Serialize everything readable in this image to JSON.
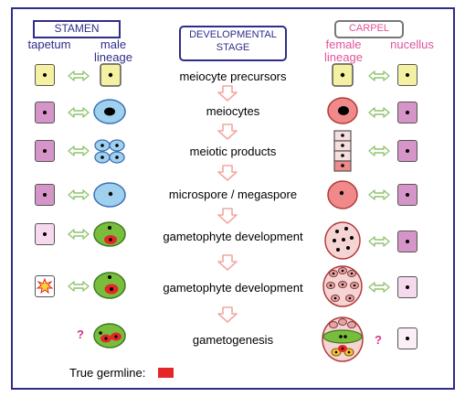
{
  "headers": {
    "stamen": "STAMEN",
    "stage": "DEVELOPMENTAL STAGE",
    "carpel": "CARPEL"
  },
  "columns": {
    "tapetum": "tapetum",
    "male_lineage": "male lineage",
    "female_lineage": "female lineage",
    "nucellus": "nucellus"
  },
  "stages": [
    "meiocyte precursors",
    "meiocytes",
    "meiotic products",
    "microspore / megaspore",
    "gametophyte development",
    "gametophyte development",
    "gametogenesis"
  ],
  "unknown_mark": "?",
  "legend": {
    "label": "True germline:"
  },
  "colors": {
    "border": "#2e2d8a",
    "carpel": "#e0539a",
    "germline": "#e4262b",
    "arrow": "#f2a7a2",
    "double_arrow": "#a8d58f"
  }
}
